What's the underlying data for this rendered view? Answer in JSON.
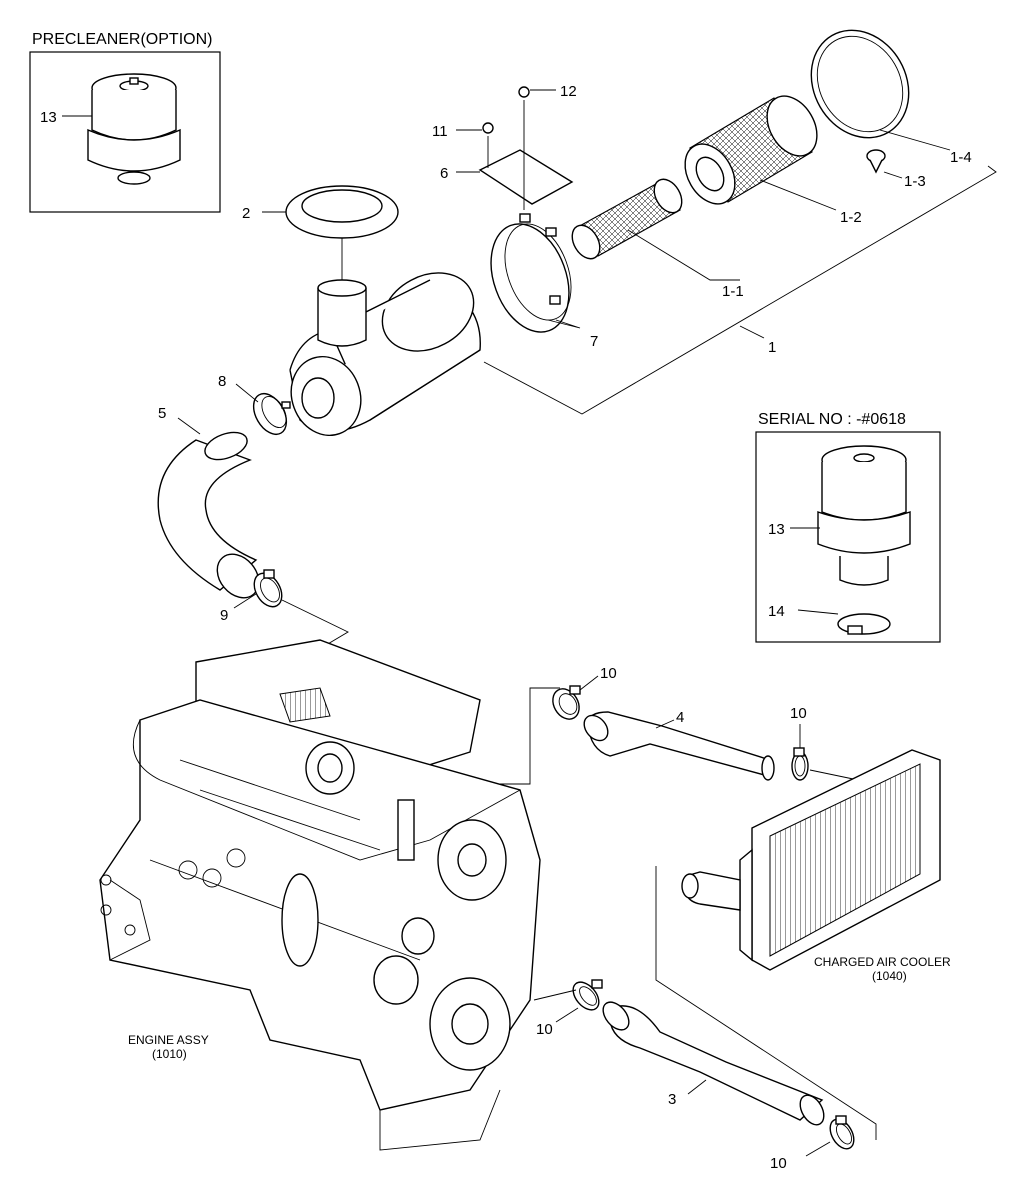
{
  "precleaner_box": {
    "title": "PRECLEANER(OPTION)",
    "part": "13"
  },
  "serial_box": {
    "title": "SERIAL NO : -#0618",
    "part_precleaner": "13",
    "part_clamp": "14"
  },
  "callouts": {
    "p1": "1",
    "p1_1": "1-1",
    "p1_2": "1-2",
    "p1_3": "1-3",
    "p1_4": "1-4",
    "p2": "2",
    "p3": "3",
    "p4": "4",
    "p5": "5",
    "p6": "6",
    "p7": "7",
    "p8": "8",
    "p9": "9",
    "p10": "10",
    "p11": "11",
    "p12": "12"
  },
  "engine": {
    "name": "ENGINE ASSY",
    "code": "(1010)"
  },
  "cooler": {
    "name": "CHARGED AIR COOLER",
    "code": "(1040)"
  }
}
